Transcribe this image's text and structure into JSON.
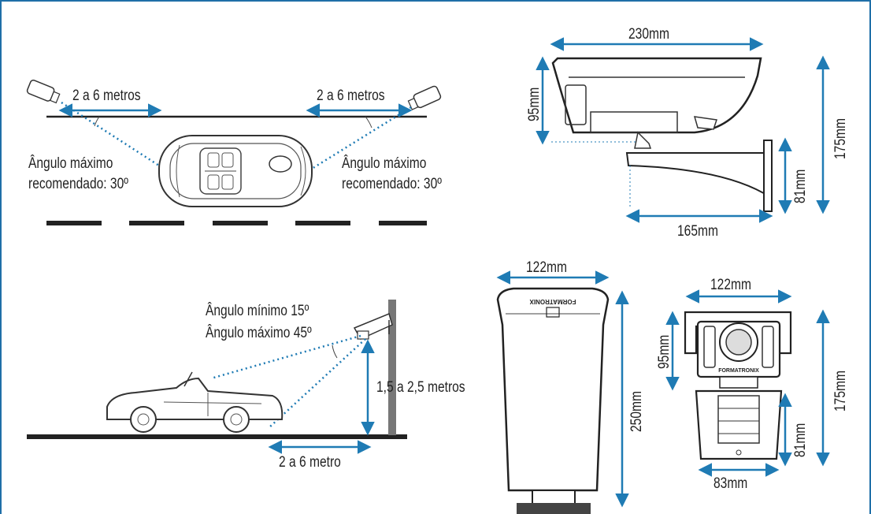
{
  "colors": {
    "arrow": "#1f7bb4",
    "dotted": "#1f7bb4",
    "outline": "#222222",
    "road": "#222222",
    "frame": "#1f6fa8"
  },
  "top_left": {
    "left_distance": "2 a 6 metros",
    "right_distance": "2 a 6 metros",
    "left_angle": [
      "Ângulo máximo",
      "recomendado: 30º"
    ],
    "right_angle": [
      "Ângulo máximo",
      "recomendado: 30º"
    ]
  },
  "bottom_left": {
    "angle_min": "Ângulo mínimo 15º",
    "angle_max": "Ângulo máximo 45º",
    "height": "1,5 a 2,5 metros",
    "distance": "2 a 6 metro"
  },
  "side_view": {
    "width": "230mm",
    "body_height": "95mm",
    "total_height": "175mm",
    "mount_height": "81mm",
    "mount_length": "165mm"
  },
  "front_view": {
    "width": "122mm",
    "height": "250mm",
    "brand": "FORMATRONIX"
  },
  "back_view": {
    "width": "122mm",
    "body_height": "95mm",
    "total_height": "175mm",
    "mount_height": "81mm",
    "mount_width": "83mm",
    "brand": "FORMATRONIX"
  }
}
